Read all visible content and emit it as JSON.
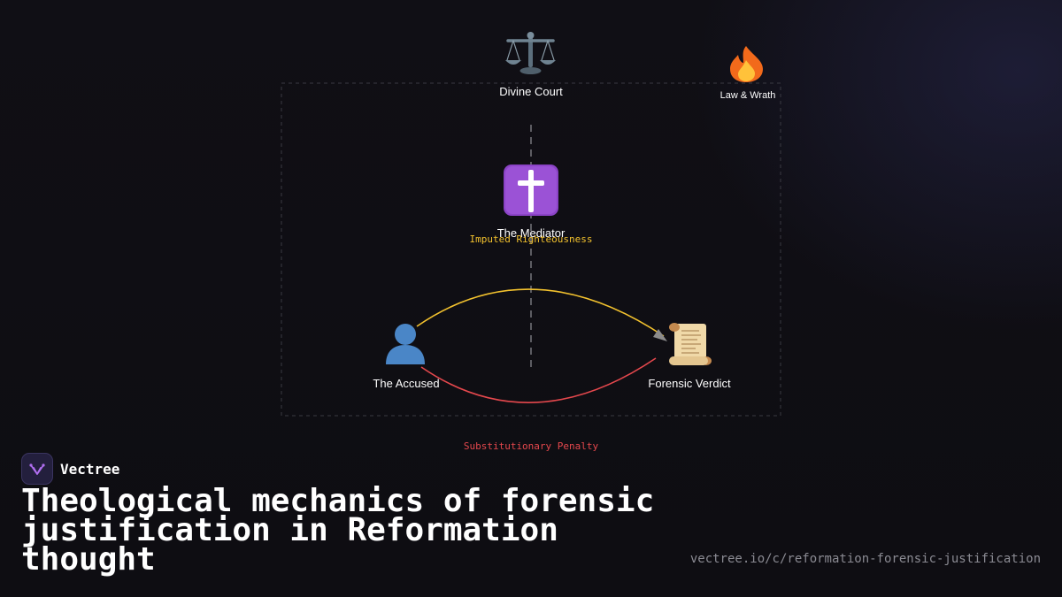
{
  "diagram": {
    "nodes": {
      "court": {
        "label": "Divine Court",
        "icon": "scales-icon"
      },
      "law": {
        "label": "Law & Wrath",
        "icon": "fire-icon"
      },
      "mediator": {
        "label": "The Mediator",
        "icon": "cross-icon"
      },
      "accused": {
        "label": "The Accused",
        "icon": "person-icon"
      },
      "verdict": {
        "label": "Forensic Verdict",
        "icon": "scroll-icon"
      }
    },
    "edges": {
      "imputed": {
        "label": "Imputed Righteousness",
        "color": "#f2c12e"
      },
      "penalty": {
        "label": "Substitutionary Penalty",
        "color": "#e5484d"
      }
    }
  },
  "brand": {
    "name": "Vectree",
    "accent": "#b06ef0"
  },
  "title": "Theological mechanics of forensic justification in Reformation thought",
  "url": "vectree.io/c/reformation-forensic-justification"
}
